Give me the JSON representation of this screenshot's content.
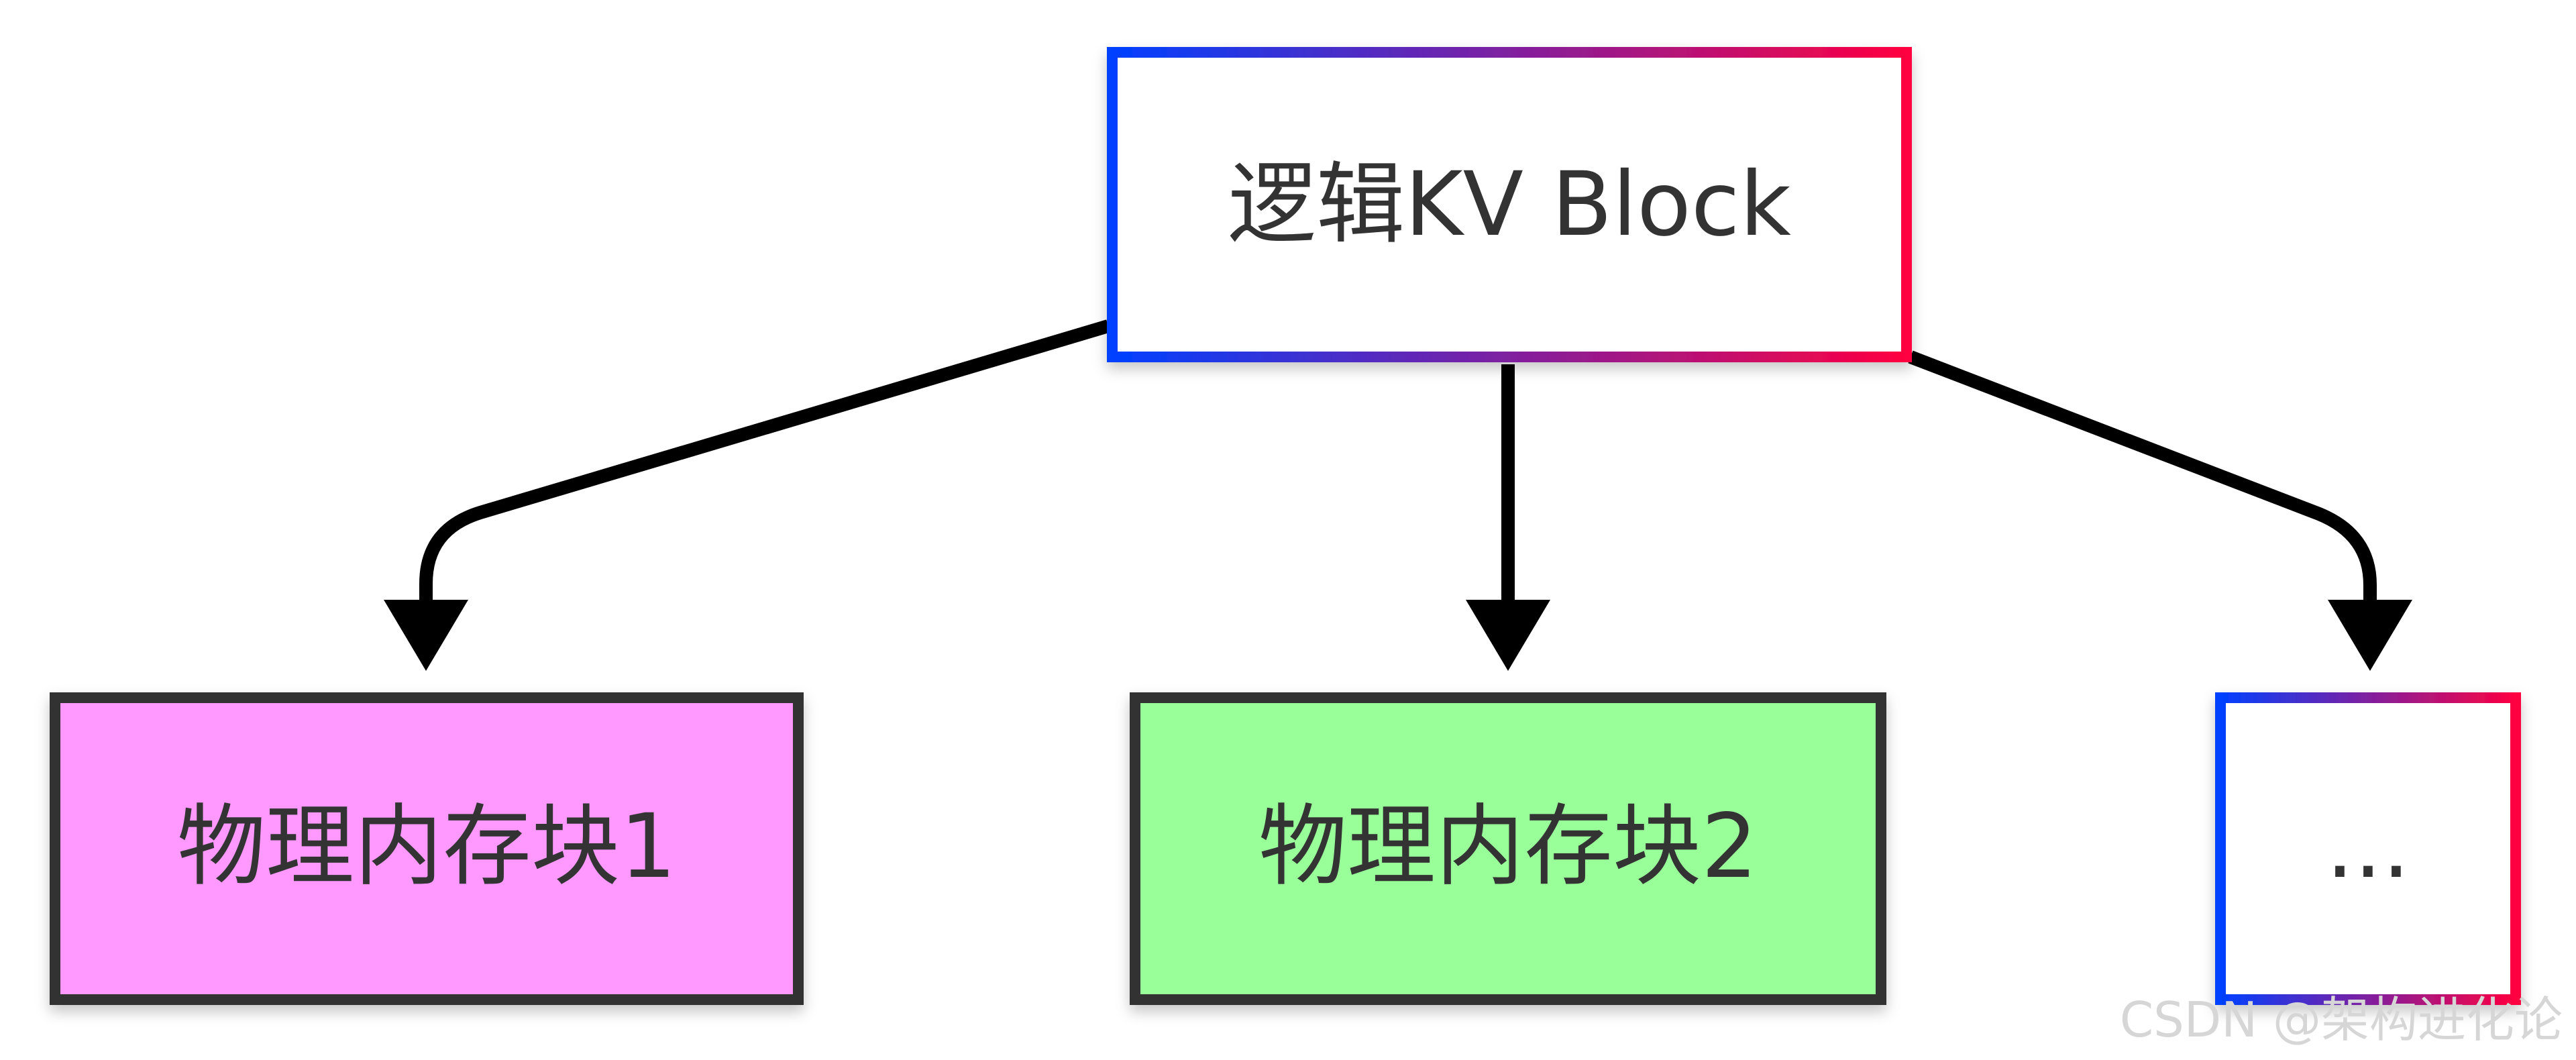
{
  "diagram": {
    "type": "tree",
    "nodes": {
      "logical": {
        "label": "逻辑KV Block"
      },
      "physical1": {
        "label": "物理内存块1",
        "fill": "#ff99ff"
      },
      "physical2": {
        "label": "物理内存块2",
        "fill": "#99ff99"
      },
      "more": {
        "label": "..."
      }
    },
    "edges": [
      {
        "from": "logical",
        "to": "physical1"
      },
      {
        "from": "logical",
        "to": "physical2"
      },
      {
        "from": "logical",
        "to": "more"
      }
    ],
    "colors": {
      "gradient_start": "#0040ff",
      "gradient_end": "#ff0040",
      "box_border": "#333333",
      "arrow": "#000000",
      "text": "#333333"
    }
  },
  "watermark": "CSDN @架构进化论"
}
